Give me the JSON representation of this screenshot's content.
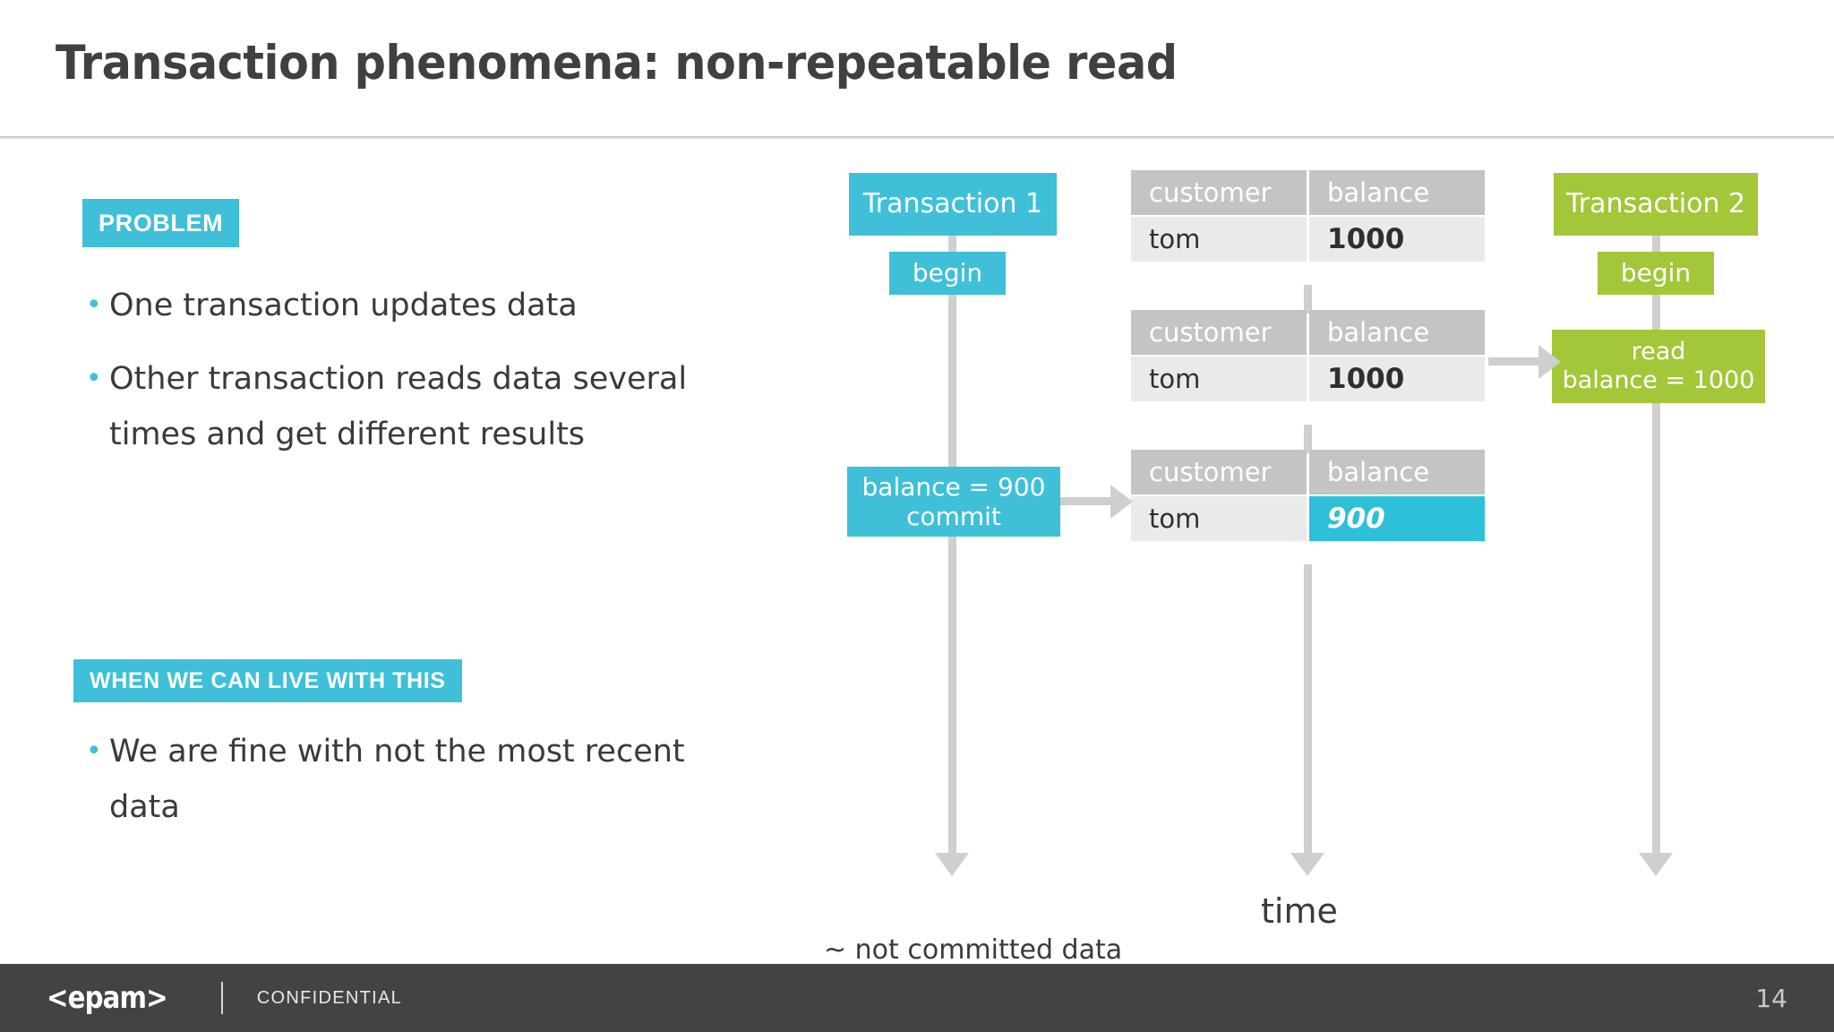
{
  "slide": {
    "title": "Transaction phenomena: non-repeatable read",
    "page_number": "14"
  },
  "left_panel": {
    "problem_badge": "PROBLEM",
    "problem_bullets": [
      "One transaction updates data",
      "Other transaction reads data several times and get different results"
    ],
    "livewith_badge": "WHEN WE CAN LIVE WITH THIS",
    "livewith_bullets": [
      "We are fine with not the most recent data"
    ]
  },
  "diagram": {
    "transaction1": {
      "title": "Transaction 1",
      "begin": "begin",
      "commit_line1": "balance = 900",
      "commit_line2": "commit"
    },
    "transaction2": {
      "title": "Transaction 2",
      "begin": "begin",
      "read_line1": "read",
      "read_line2": "balance = 1000"
    },
    "tables": [
      {
        "headers": [
          "customer",
          "balance"
        ],
        "row": {
          "customer": "tom",
          "balance": "1000"
        },
        "highlight": false
      },
      {
        "headers": [
          "customer",
          "balance"
        ],
        "row": {
          "customer": "tom",
          "balance": "1000"
        },
        "highlight": false
      },
      {
        "headers": [
          "customer",
          "balance"
        ],
        "row": {
          "customer": "tom",
          "balance": "900"
        },
        "highlight": true
      }
    ],
    "time_label": "time",
    "note": "~ not committed data"
  },
  "footer": {
    "logo": "<epam>",
    "confidential": "CONFIDENTIAL"
  },
  "colors": {
    "cyan": "#3fc0d8",
    "green": "#a4c639",
    "table_header": "#c4c4c4",
    "table_cell": "#eaeaea",
    "footer": "#434343",
    "text": "#3a3a3a",
    "title": "#404040",
    "timeline": "#cfcfcf"
  }
}
